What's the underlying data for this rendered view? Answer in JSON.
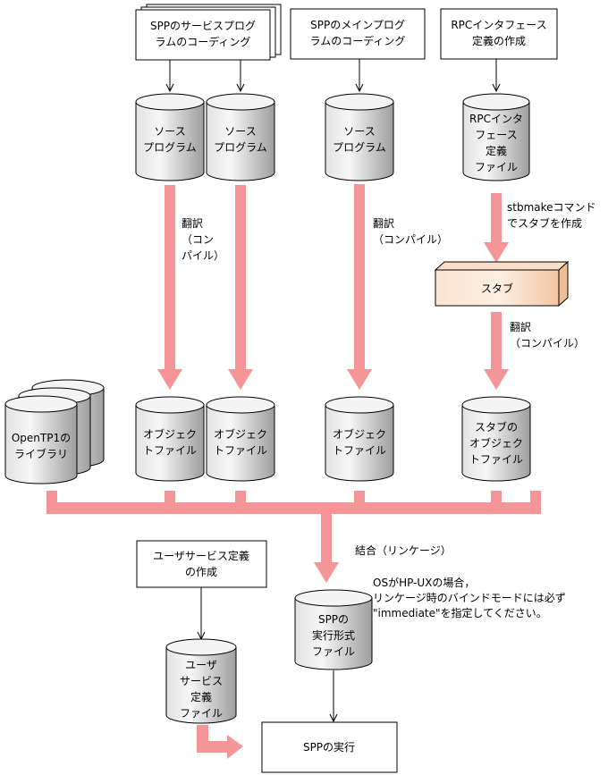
{
  "boxes": {
    "spp_service_coding": [
      "SPPのサービスプログ",
      "ラムのコーディング"
    ],
    "spp_main_coding": [
      "SPPのメインプログ",
      "ラムのコーディング"
    ],
    "rpc_if_def": [
      "RPCインタフェース",
      "定義の作成"
    ],
    "user_service_def": [
      "ユーザサービス定義",
      "の作成"
    ],
    "spp_exec": [
      "SPPの実行"
    ],
    "stub": [
      "スタブ"
    ]
  },
  "cylinders": {
    "source_program": [
      "ソース",
      "プログラム"
    ],
    "rpc_if_def_file": [
      "RPCインタ",
      "フェース",
      "定義",
      "ファイル"
    ],
    "opentp1_library": [
      "OpenTP1の",
      "ライブラリ"
    ],
    "object_file": [
      "オブジェク",
      "トファイル"
    ],
    "stub_object_file": [
      "スタブの",
      "オブジェク",
      "トファイル"
    ],
    "spp_exec_file": [
      "SPPの",
      "実行形式",
      "ファイル"
    ],
    "user_service_def_file": [
      "ユーザ",
      "サービス",
      "定義",
      "ファイル"
    ]
  },
  "labels": {
    "compile_left": [
      "翻訳",
      "（コン",
      "パイル）"
    ],
    "compile_mid": [
      "翻訳",
      "（コンパイル）"
    ],
    "stbmake": [
      "stbmakeコマンド",
      "でスタブを作成"
    ],
    "compile_stub": [
      "翻訳",
      "（コンパイル）"
    ],
    "linkage": [
      "結合（リンケージ）"
    ],
    "hpux_note": [
      "OSがHP-UXの場合，",
      "リンケージ時のバインドモードには必ず",
      "\"immediate\"を指定してください。"
    ]
  },
  "colors": {
    "arrow": "#F59597",
    "cyl_light": "#F0F0F0",
    "cyl_dark": "#A8A8A8",
    "stub_light": "#FDEBDC",
    "stub_dark": "#F2C4A0"
  }
}
